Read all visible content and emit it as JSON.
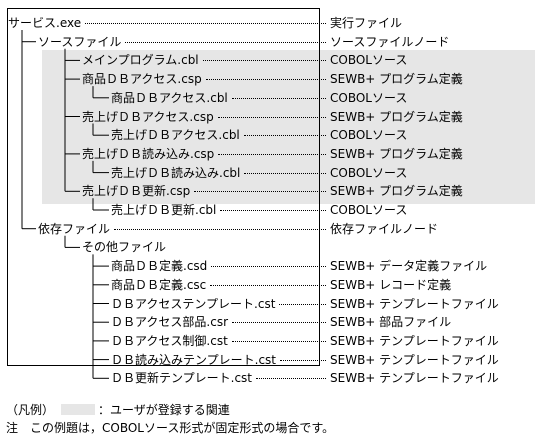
{
  "tree": [
    {
      "label": "サービス.exe",
      "role": "実行ファイル",
      "level": 0
    },
    {
      "label": "ソースファイル",
      "role": "ソースファイルノード",
      "level": 1
    },
    {
      "label": "メインプログラム.cbl",
      "role": "COBOLソース",
      "level": 2,
      "shaded": true
    },
    {
      "label": "商品ＤＢアクセス.csp",
      "role": "SEWB+ プログラム定義",
      "level": 2,
      "shaded": true
    },
    {
      "label": "商品ＤＢアクセス.cbl",
      "role": "COBOLソース",
      "level": 3,
      "shaded": true
    },
    {
      "label": "売上げＤＢアクセス.csp",
      "role": "SEWB+ プログラム定義",
      "level": 2,
      "shaded": true
    },
    {
      "label": "売上げＤＢアクセス.cbl",
      "role": "COBOLソース",
      "level": 3,
      "shaded": true
    },
    {
      "label": "売上げＤＢ読み込み.csp",
      "role": "SEWB+ プログラム定義",
      "level": 2,
      "shaded": true
    },
    {
      "label": "売上げＤＢ読み込み.cbl",
      "role": "COBOLソース",
      "level": 3,
      "shaded": true
    },
    {
      "label": "売上げＤＢ更新.csp",
      "role": "SEWB+ プログラム定義",
      "level": 2,
      "shaded": true
    },
    {
      "label": "売上げＤＢ更新.cbl",
      "role": "COBOLソース",
      "level": 3,
      "shaded": true
    },
    {
      "label": "依存ファイル",
      "role": "依存ファイルノード",
      "level": 1
    },
    {
      "label": "その他ファイル",
      "role": "",
      "level": 2
    },
    {
      "label": "商品ＤＢ定義.csd",
      "role": "SEWB+ データ定義ファイル",
      "level": 3
    },
    {
      "label": "商品ＤＢ定義.csc",
      "role": "SEWB+ レコード定義",
      "level": 3
    },
    {
      "label": "ＤＢアクセステンプレート.cst",
      "role": "SEWB+ テンプレートファイル",
      "level": 3
    },
    {
      "label": "ＤＢアクセス部品.csr",
      "role": "SEWB+ 部品ファイル",
      "level": 3
    },
    {
      "label": "ＤＢアクセス制御.cst",
      "role": "SEWB+ テンプレートファイル",
      "level": 3
    },
    {
      "label": "ＤＢ読み込みテンプレート.cst",
      "role": "SEWB+ テンプレートファイル",
      "level": 3
    },
    {
      "label": "ＤＢ更新テンプレート.cst",
      "role": "SEWB+ テンプレートファイル",
      "level": 3
    }
  ],
  "legend": {
    "prefix": "（凡例）",
    "text": "：ユーザが登録する関連"
  },
  "note": "注　この例題は，COBOLソース形式が固定形式の場合です。",
  "colors": {
    "shade": "#e6e6e6",
    "line": "#000000"
  }
}
